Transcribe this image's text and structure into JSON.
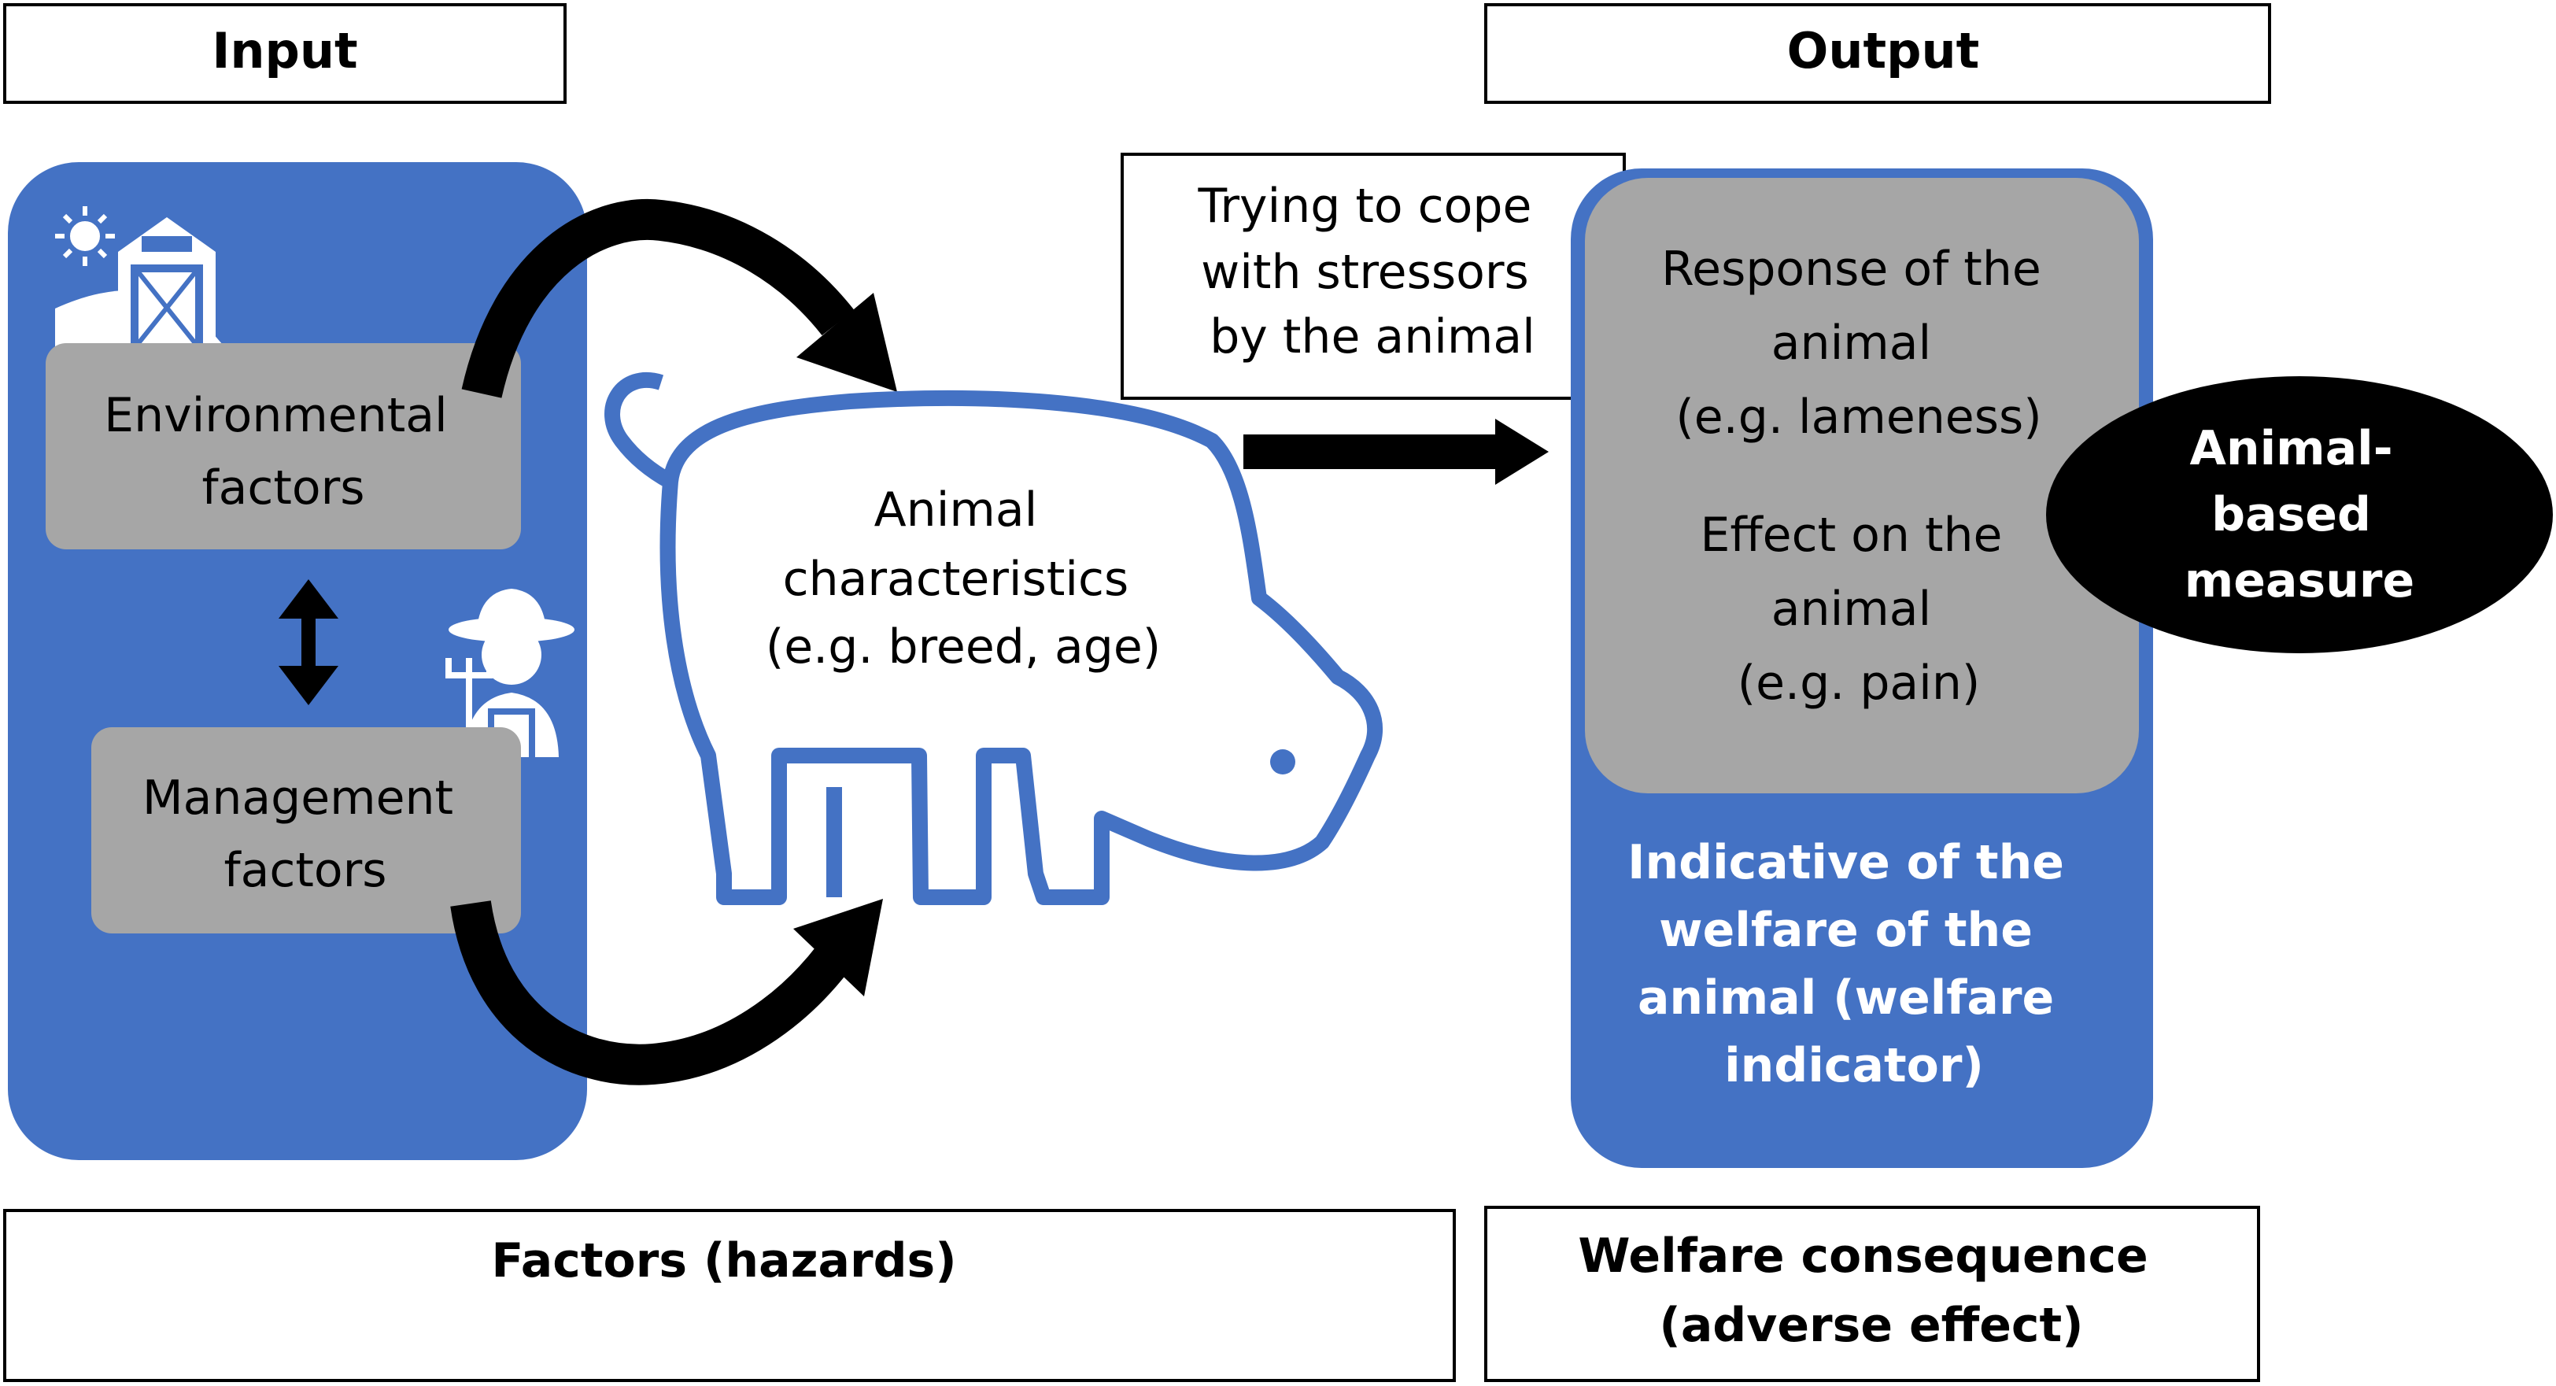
{
  "header": {
    "input_label": "Input",
    "output_label": "Output"
  },
  "input_panel": {
    "environmental_factors": [
      "Environmental",
      "factors"
    ],
    "management_factors": [
      "Management",
      "factors"
    ]
  },
  "animal": {
    "characteristics": [
      "Animal",
      "characteristics",
      "(e.g. breed, age)"
    ]
  },
  "coping": {
    "text": [
      "Trying to cope",
      "with stressors",
      "by the animal"
    ]
  },
  "output_panel": {
    "response": [
      "Response of the",
      "animal",
      "(e.g. lameness)"
    ],
    "effect": [
      "Effect on the",
      "animal",
      "(e.g. pain)"
    ],
    "indicative": [
      "Indicative of the",
      "welfare of the",
      "animal (welfare",
      "indicator)"
    ]
  },
  "animal_based_measure": [
    "Animal-",
    "based",
    "measure"
  ],
  "footer": {
    "factors": [
      "Factors (hazards)"
    ],
    "welfare_consequence": [
      "Welfare consequence",
      "(adverse effect)"
    ]
  },
  "colors": {
    "panel_blue": "#4472c4",
    "box_gray": "#a6a6a6",
    "black": "#000000",
    "white": "#ffffff"
  },
  "icons": [
    "sun-icon",
    "barn-icon",
    "farmer-icon",
    "pitchfork-icon",
    "pig-outline-icon"
  ]
}
